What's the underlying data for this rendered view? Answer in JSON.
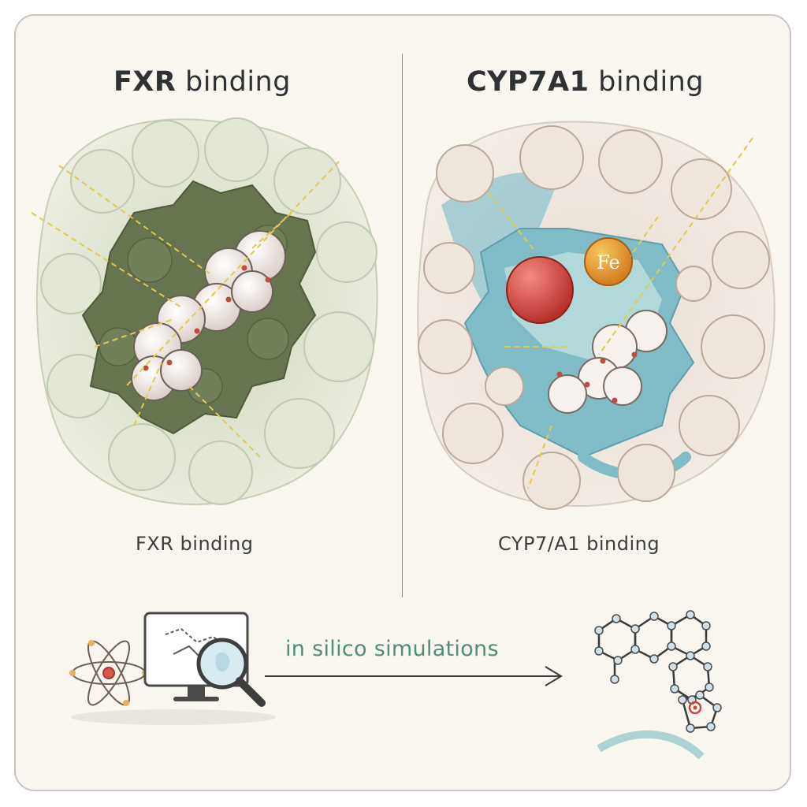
{
  "panels": {
    "left": {
      "title_bold": "FXR",
      "title_rest": " binding",
      "caption": "FXR binding",
      "pocket_color": "#66744f",
      "surface_color": "#dfe4d2"
    },
    "right": {
      "title_bold": "CYP7A1",
      "title_rest": " binding",
      "caption": "CYP7/A1 binding",
      "heme_label": "Fe",
      "pocket_color": "#7fbcc6",
      "surface_color": "#ece2d9",
      "heme_color": "#e19a2b",
      "ligand_color": "#cf3f3b"
    }
  },
  "workflow": {
    "label": "in silico simulations",
    "start_icons": [
      "atom-icon",
      "monitor-icon",
      "magnifier-icon"
    ],
    "end_icon": "molecule-structure-icon",
    "accent_color": "#4f8e76"
  }
}
